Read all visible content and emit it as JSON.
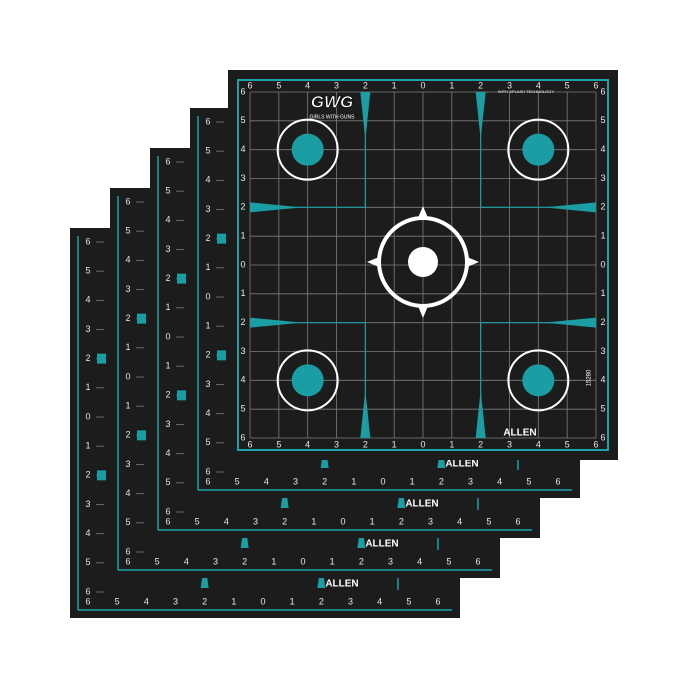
{
  "scene": {
    "description_free": true,
    "target_count": 5,
    "colors": {
      "background": "#ffffff",
      "target_fill": "#1c1c1c",
      "border_line": "#1aa3a8",
      "grid_line": "#7d7d7d",
      "teal": "#1a9ea3",
      "white": "#ffffff",
      "scale_text": "#e6e6e6"
    }
  },
  "scale": {
    "labels": [
      "6",
      "5",
      "4",
      "3",
      "2",
      "1",
      "0",
      "1",
      "2",
      "3",
      "4",
      "5",
      "6"
    ]
  },
  "branding": {
    "front_logo": "GWG",
    "front_logo_sub": "GIRLS WITH GUNS",
    "front_tagline": "WITH SPLASH TECHNOLOGY",
    "brand": "ALLEN",
    "model_number": "15280"
  }
}
